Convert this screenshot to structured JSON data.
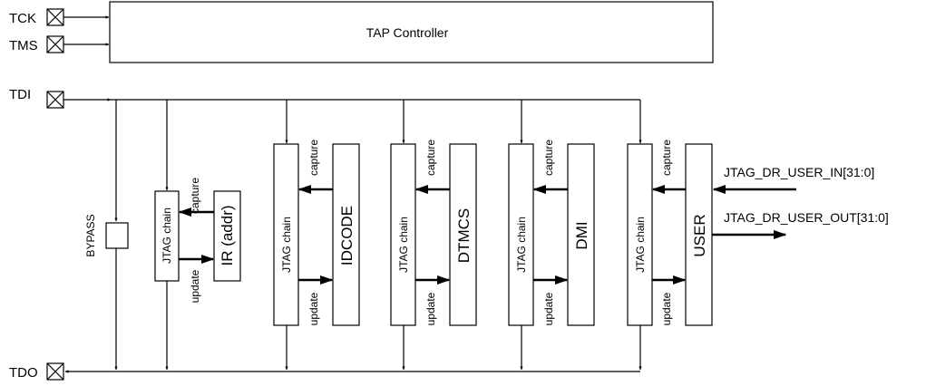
{
  "pins": {
    "tck": "TCK",
    "tms": "TMS",
    "tdi": "TDI",
    "tdo": "TDO"
  },
  "tap_controller": "TAP Controller",
  "bypass": "BYPASS",
  "ir": {
    "chain": "JTAG chain",
    "register": "IR (addr)",
    "capture": "capture",
    "update": "update"
  },
  "registers": [
    {
      "chain": "JTAG chain",
      "register": "IDCODE",
      "capture": "capture",
      "update": "update"
    },
    {
      "chain": "JTAG chain",
      "register": "DTMCS",
      "capture": "capture",
      "update": "update"
    },
    {
      "chain": "JTAG chain",
      "register": "DMI",
      "capture": "capture",
      "update": "update"
    },
    {
      "chain": "JTAG chain",
      "register": "USER",
      "capture": "capture",
      "update": "update"
    }
  ],
  "user_signals": {
    "in": "JTAG_DR_USER_IN[31:0]",
    "out": "JTAG_DR_USER_OUT[31:0]"
  }
}
